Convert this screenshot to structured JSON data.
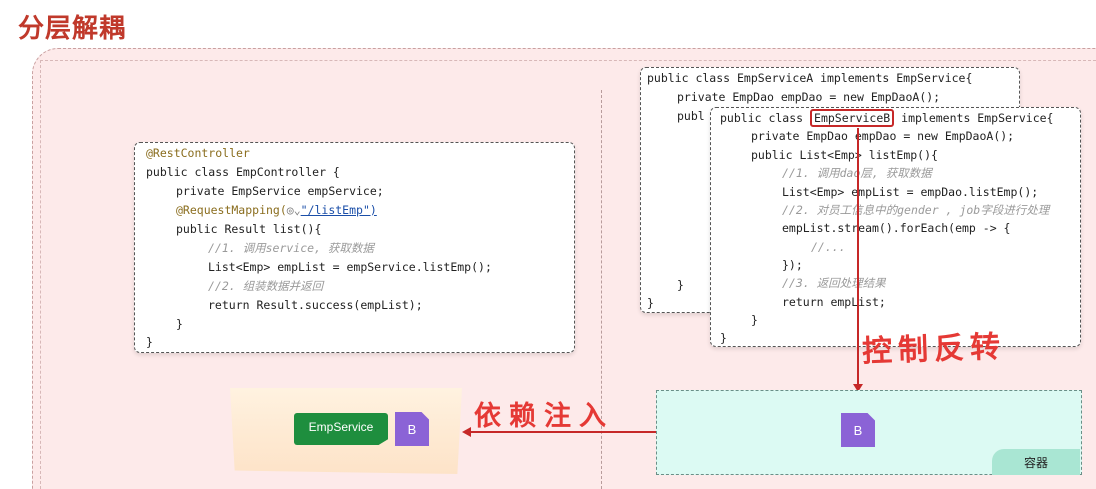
{
  "title": "分层解耦",
  "controller": {
    "lines": [
      "@RestController",
      "public class EmpController {",
      "private EmpService empService;",
      "@RequestMapping(",
      "\"/listEmp\")",
      "public Result list(){",
      "//1. 调用service, 获取数据",
      "List<Emp> empList = empService.listEmp();",
      "//2. 组装数据并返回",
      "return Result.success(empList);",
      "}",
      "}"
    ]
  },
  "service_a": {
    "lines": [
      "public class EmpServiceA implements EmpService{",
      "private EmpDao empDao = new EmpDaoA();",
      "publ",
      "}",
      "}"
    ]
  },
  "service_b": {
    "lines": [
      "public class",
      "EmpServiceB",
      "implements EmpService{",
      "private EmpDao empDao = new EmpDaoA();",
      "public List<Emp> listEmp(){",
      "//1. 调用dao层, 获取数据",
      "List<Emp> empList = empDao.listEmp();",
      "//2. 对员工信息中的gender , job字段进行处理",
      "empList.stream().forEach(emp -> {",
      "//...",
      "});",
      "//3. 返回处理结果",
      "return empList;",
      "}",
      "}"
    ]
  },
  "labels": {
    "ioc": "控制反转",
    "di": "依赖注入",
    "emp_service": "EmpService",
    "bean_b": "B",
    "container": "容器"
  },
  "colors": {
    "accent": "#c62828",
    "background": "#fdeaea",
    "container": "#dcfaf3",
    "bean": "#8b63d6",
    "flag": "#1e8e3e"
  }
}
